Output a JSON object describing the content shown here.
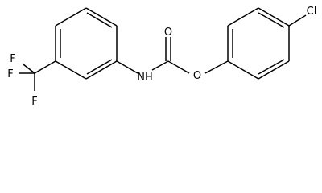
{
  "structure": {
    "atoms": {
      "chlorine": "Cl",
      "carbonyl_oxygen": "O",
      "ester_oxygen": "O",
      "amide_nitrogen": "NH",
      "fluorine_1": "F",
      "fluorine_2": "F",
      "fluorine_3": "F"
    },
    "colors": {
      "ink": "#000000",
      "background": "#ffffff"
    }
  }
}
